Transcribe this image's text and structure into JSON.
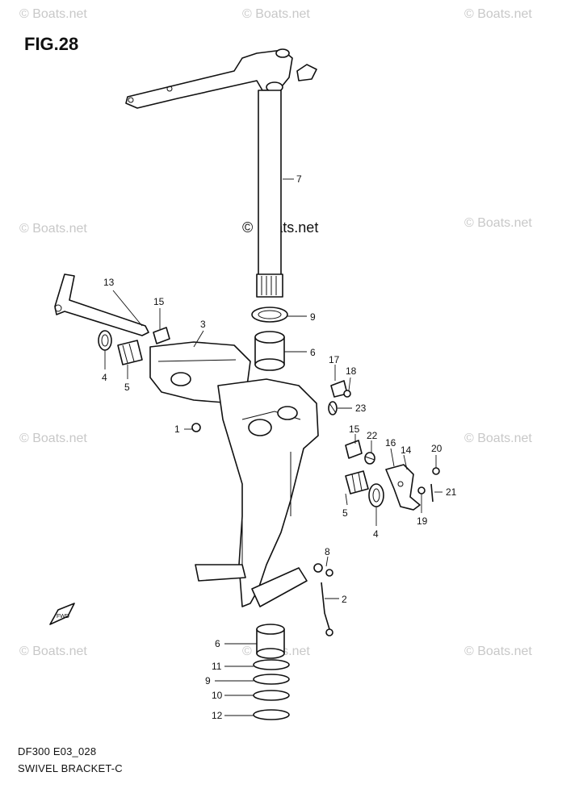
{
  "figure": {
    "title": "FIG.28",
    "model_code": "DF300 E03_028",
    "section_name": "SWIVEL BRACKET-C"
  },
  "watermark": {
    "text": "© Boats.net"
  },
  "direction_marker": {
    "label": "FWD"
  },
  "callouts": {
    "c1": "1",
    "c2": "2",
    "c3": "3",
    "c4a": "4",
    "c4b": "4",
    "c5a": "5",
    "c5b": "5",
    "c6a": "6",
    "c6b": "6",
    "c7": "7",
    "c8": "8",
    "c9a": "9",
    "c9b": "9",
    "c10": "10",
    "c11": "11",
    "c12": "12",
    "c13": "13",
    "c14": "14",
    "c15a": "15",
    "c15b": "15",
    "c16": "16",
    "c17": "17",
    "c18": "18",
    "c19": "19",
    "c20": "20",
    "c21": "21",
    "c22": "22",
    "c23": "23"
  }
}
